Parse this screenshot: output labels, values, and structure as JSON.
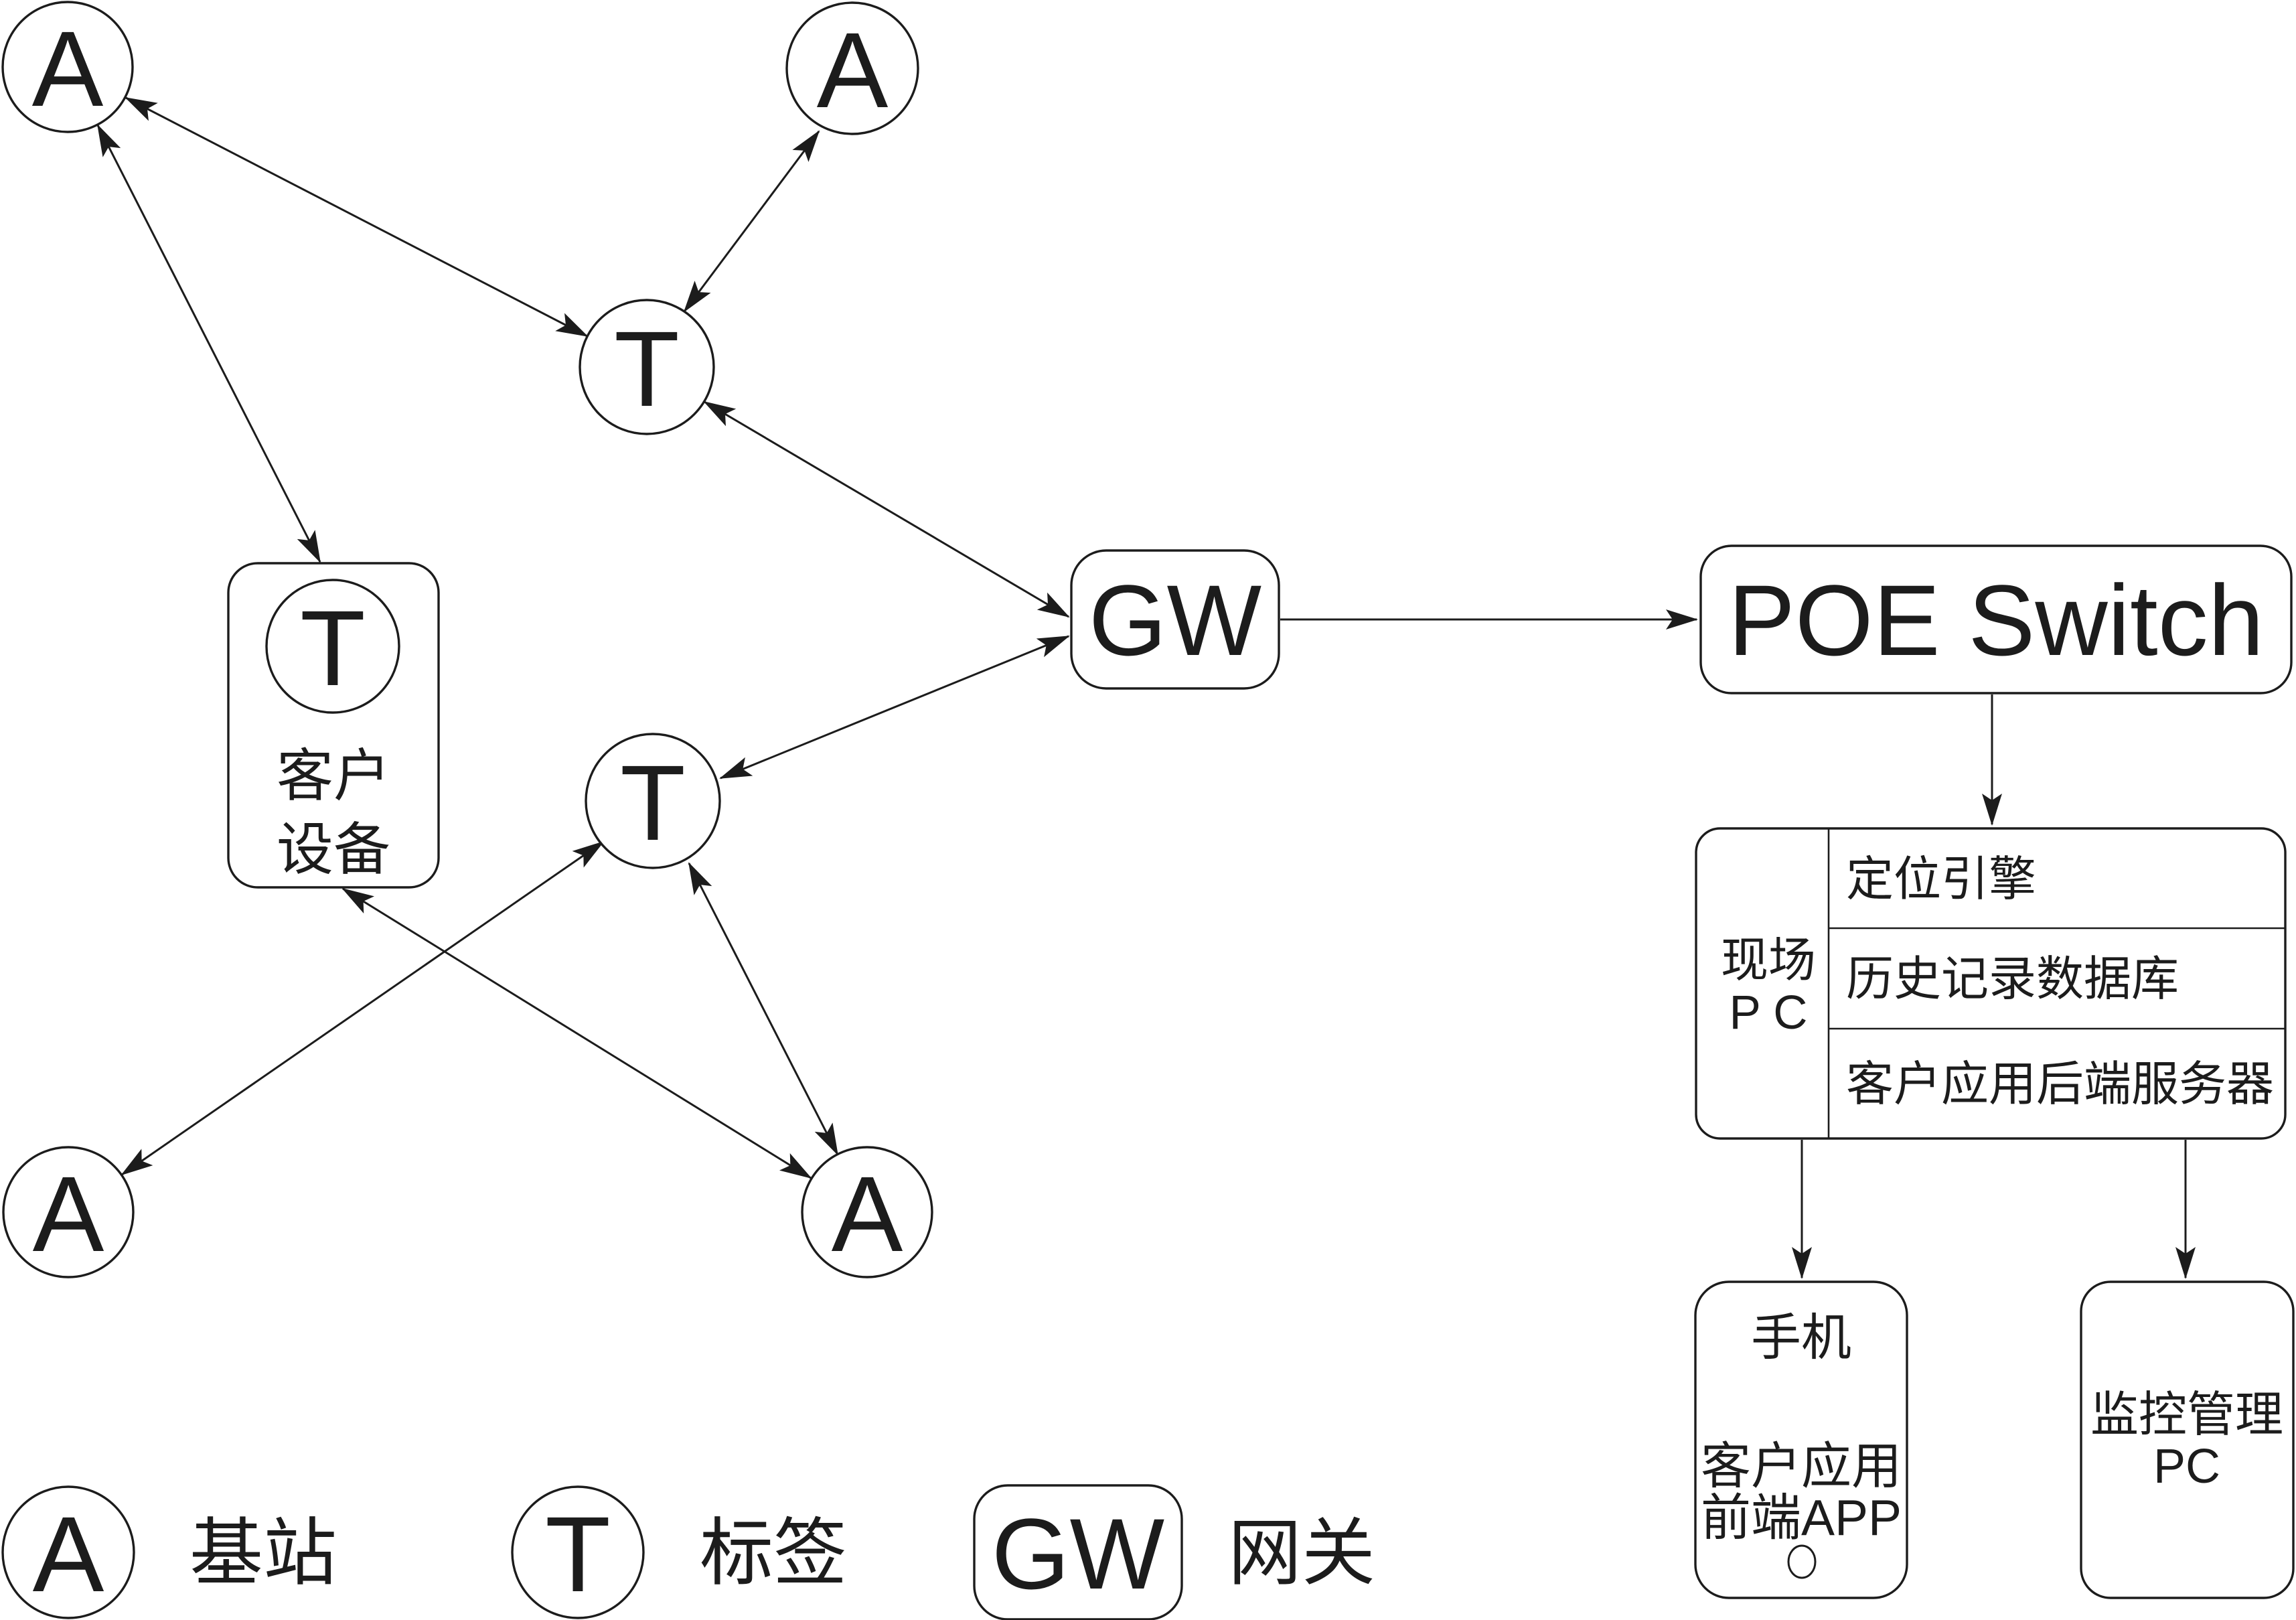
{
  "diagram": {
    "title": "uwb-positioning-network-architecture",
    "letters": {
      "anchor": "A",
      "tag": "T"
    },
    "gateway": {
      "label": "GW"
    },
    "poe_switch": {
      "label": "POE Switch"
    },
    "customer_device": {
      "tag": "T",
      "line1": "客户",
      "line2": "设备"
    },
    "site_pc": {
      "header_line1": "现场",
      "header_line2": "P C",
      "rows": [
        "定位引擎",
        "历史记录数据库",
        "客户应用后端服务器"
      ]
    },
    "phone": {
      "title": "手机",
      "app_line1": "客户应用",
      "app_line2": "前端APP"
    },
    "monitor_pc": {
      "line1": "监控管理",
      "line2": "PC"
    },
    "legend": {
      "anchor_symbol": "A",
      "anchor_label": "基站",
      "tag_symbol": "T",
      "tag_label": "标签",
      "gateway_symbol": "GW",
      "gateway_label": "网关"
    },
    "colors": {
      "ink": "#1c1c1c",
      "background": "#ffffff"
    }
  }
}
